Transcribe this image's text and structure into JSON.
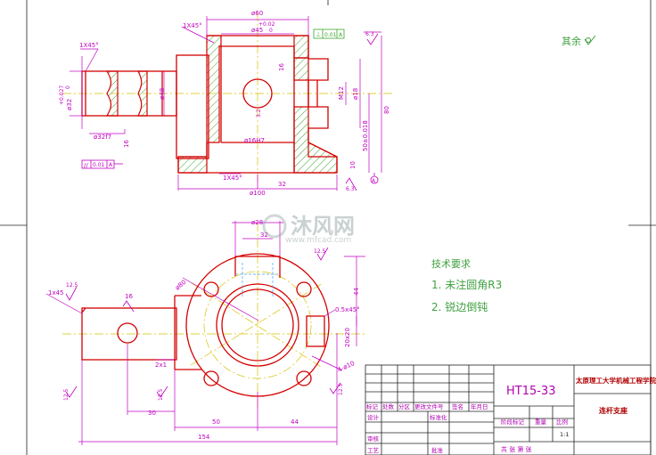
{
  "colors": {
    "outline": "#d40000",
    "center": "#d4c400",
    "dim": "#c000c0",
    "hatch": "#3aa62a",
    "note": "#40a040",
    "frame": "#202020",
    "table_text": "#b000b0",
    "school_text": "#b00000"
  },
  "front_view": {
    "dims": {
      "d60": "ø60",
      "d45": "ø45",
      "tol45_upper": "+0.02",
      "tol45_lower": "0",
      "chamfer_top": "1X45°",
      "chamfer_left": "1X45°",
      "chamfer_bottom": "1X45°",
      "d32": "ø32",
      "d32_tol_upper": "+0.027",
      "d32_tol_lower": "0",
      "d48": "ø48",
      "d16h7": "ø16H7",
      "d32f7": "ø32f7",
      "m12": "M12",
      "d18": "ø18",
      "d100": "ø100",
      "len32": "32",
      "h80": "80",
      "h50": "50±0.018",
      "h10": "10",
      "h16": "16",
      "h16b": "16",
      "r32": "3.2"
    },
    "roughness": {
      "r63a": "6.3",
      "r63b": "6.3"
    },
    "gdt_perp": "0.01",
    "gdt_perp_ref": "A",
    "gdt_par": "0.01",
    "gdt_par_ref": "A",
    "datum": "A"
  },
  "top_view": {
    "dims": {
      "d28": "ø28",
      "d80": "ø80",
      "len32": "32",
      "h44": "44",
      "chamfer": "0.5x45°",
      "holes": "4-ø10",
      "depth": "20x20",
      "c2x1": "2x1",
      "len30": "30",
      "len50": "50",
      "len44": "44",
      "len154": "154",
      "chamfer_left": "1x45",
      "r16": "16"
    },
    "roughness": {
      "a": "12.5",
      "b": "12.5",
      "c": "12.5",
      "d": "12.5",
      "e": "12.5"
    }
  },
  "notes": {
    "rest_finish": "其余",
    "tech_title": "技术要求",
    "item1": "1. 未注圆角R3",
    "item2": "2. 锐边倒钝"
  },
  "watermark": {
    "name": "沐风网",
    "url": "www.mfcad.com"
  },
  "title_block": {
    "part_no": "HT15-33",
    "school": "太原理工大学机械工程学院",
    "part_name": "连杆支座",
    "headers": [
      "标记",
      "处数",
      "分区",
      "更改文件号",
      "签名",
      "年月日"
    ],
    "design": "设计",
    "standardize": "标准化",
    "stage_mark": "阶段标记",
    "weight": "重量",
    "scale": "比例",
    "scale_value": "1:1",
    "review": "审核",
    "process": "工艺",
    "approve": "批准",
    "sheets": "共  张 第  张"
  }
}
